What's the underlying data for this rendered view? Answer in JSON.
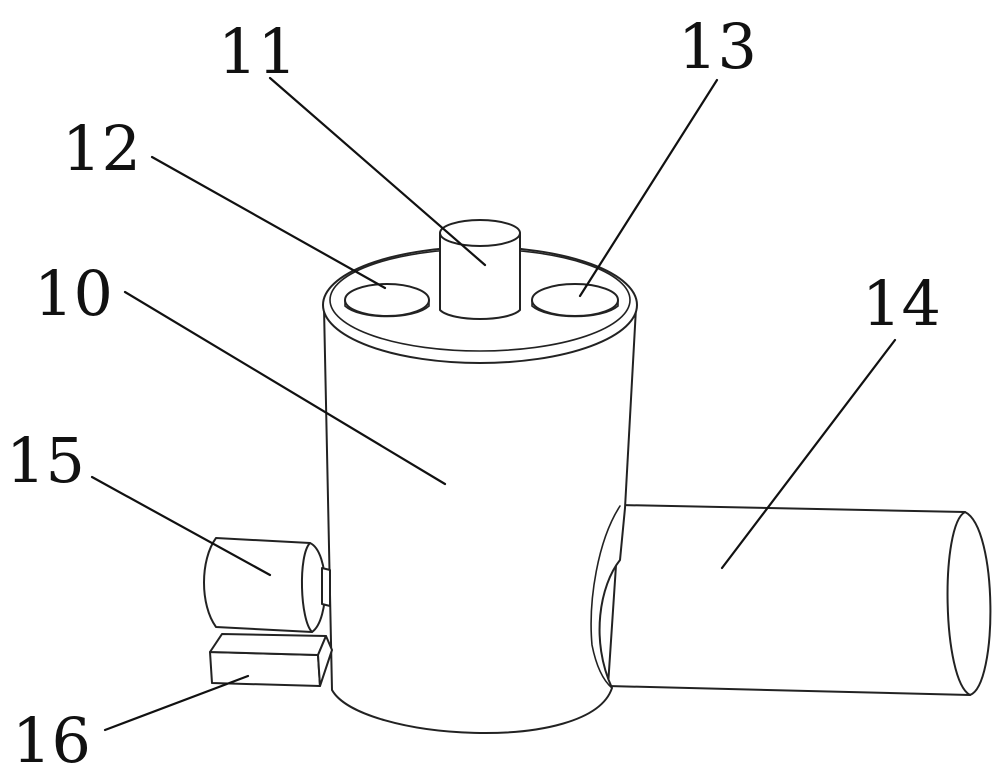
{
  "colors": {
    "line": "#222222",
    "background": "#ffffff",
    "label": "#111111"
  },
  "labels": {
    "body": "10",
    "top_pipe": "11",
    "left_cap": "12",
    "right_cap": "13",
    "side_pipe": "14",
    "motor": "15",
    "base": "16"
  }
}
